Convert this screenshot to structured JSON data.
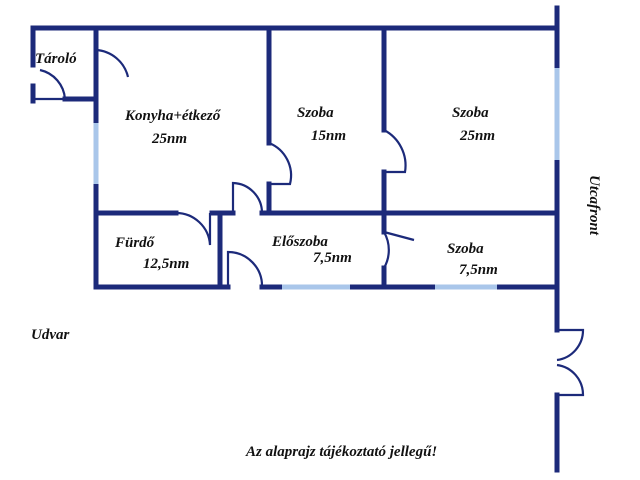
{
  "rooms": {
    "storage": {
      "name": "Tároló"
    },
    "kitchen": {
      "name": "Konyha+étkező",
      "area": "25nm"
    },
    "room1": {
      "name": "Szoba",
      "area": "15nm"
    },
    "room2": {
      "name": "Szoba",
      "area": "25nm"
    },
    "bathroom": {
      "name": "Fürdő",
      "area": "12,5nm"
    },
    "hallway": {
      "name": "Előszoba",
      "area": "7,5nm"
    },
    "room3": {
      "name": "Szoba",
      "area": "7,5nm"
    }
  },
  "labels": {
    "yard": "Udvar",
    "street_front": "Utcafront",
    "disclaimer": "Az alaprajz tájékoztató jellegű!"
  },
  "colors": {
    "wall": "#1c2a7a",
    "window": "#a9c6ea"
  }
}
